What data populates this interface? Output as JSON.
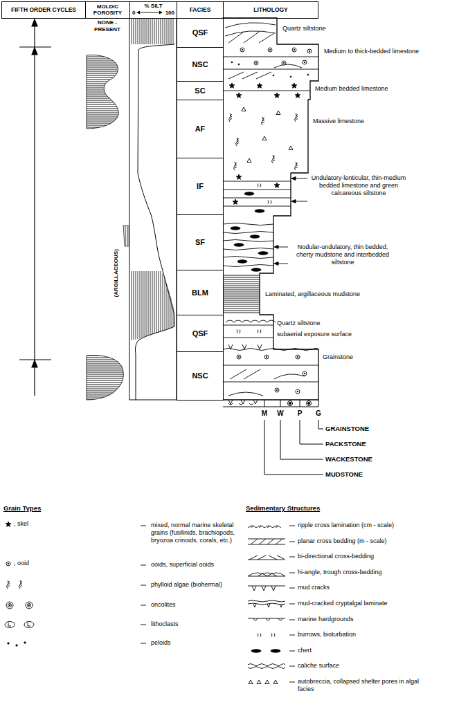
{
  "diagram": {
    "nodes": [
      {
        "text": [
          "FIFTH ORDER CYCLES"
        ]
      },
      {
        "text": [
          "MOLDIC POROSITY"
        ]
      },
      {
        "text": [
          "% SILT",
          "0",
          "100"
        ]
      },
      {
        "text": [
          "FACIES"
        ]
      },
      {
        "text": [
          "LITHOLOGY"
        ]
      },
      {
        "text": [
          "QSF"
        ]
      },
      {
        "text": [
          "NSC"
        ]
      },
      {
        "text": [
          "SC"
        ]
      },
      {
        "text": [
          "AF"
        ]
      },
      {
        "text": [
          "IF"
        ]
      },
      {
        "text": [
          "SF"
        ]
      },
      {
        "text": [
          "BLM"
        ]
      },
      {
        "text": [
          "QSF"
        ]
      },
      {
        "text": [
          "NSC"
        ]
      }
    ],
    "labels": [
      "NONE - PRESENT",
      "(ARGILLACEOUS)",
      "Quartz siltstone",
      "Medium to thick-bedded limestone",
      "Medium bedded limestone",
      "Massive limestone",
      "Undulatory-lenticular, thin-medium bedded limestone and green calcareous siltstone",
      "Nodular-undulatory, thin bedded, cherty mudstone and interbedded siltstone",
      "Laminated, argillaceous mudstone",
      "Quartz siltstone",
      "subaerial exposure surface",
      "Grainstone",
      "M",
      "W",
      "P",
      "G",
      "GRAINSTONE",
      "PACKSTONE",
      "WACKESTONE",
      "MUDSTONE",
      "Grain Types",
      "Sedimentary Structures",
      ", skel",
      ", ooid"
    ],
    "legend": [
      {
        "text": "mixed, normal marine skeletal grains (fusilinids, brachiopods, bryozoa crinoids, corals, etc.)"
      },
      {
        "text": "ooids, superficial ooids"
      },
      {
        "text": "phylloid algae (biohermal)"
      },
      {
        "text": "oncolites"
      },
      {
        "text": "lithoclasts"
      },
      {
        "text": "peloids"
      },
      {
        "text": "ripple cross lamination (cm - scale)"
      },
      {
        "text": "planar cross bedding (m - scale)"
      },
      {
        "text": "bi-directional cross-bedding"
      },
      {
        "text": "hi-angle, trough cross-bedding"
      },
      {
        "text": "mud cracks"
      },
      {
        "text": "mud-cracked cryptalgal laminate"
      },
      {
        "text": "marine hardgrounds"
      },
      {
        "text": "burrows, bioturbation"
      },
      {
        "text": "chert"
      },
      {
        "text": "caliche surface"
      },
      {
        "text": "autobreccia, collapsed shelter pores in algal facies"
      }
    ]
  }
}
